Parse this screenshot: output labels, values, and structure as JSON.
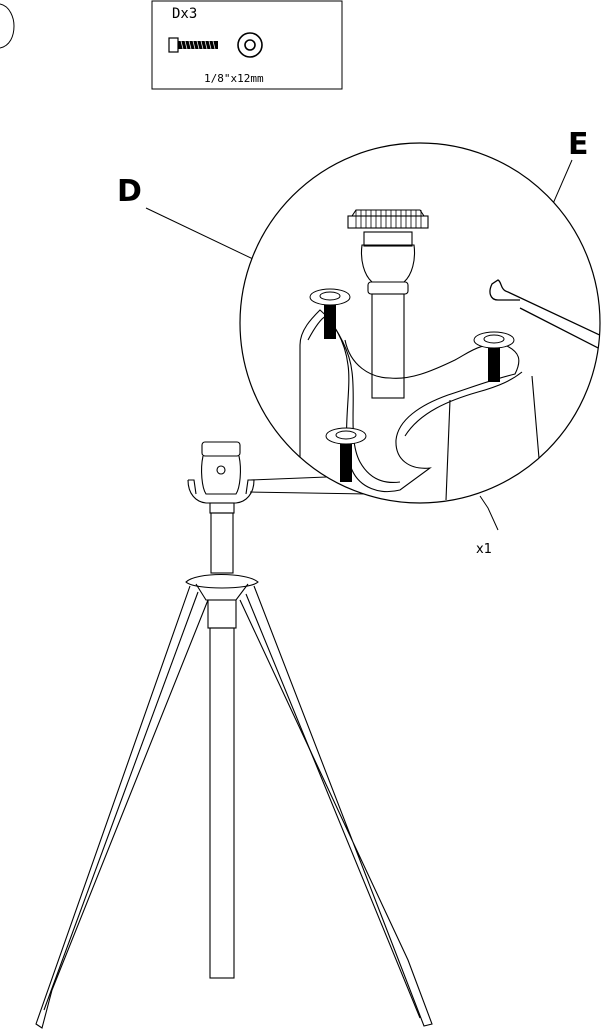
{
  "parts_box": {
    "part_label": "Dx3",
    "size_label": "1/8\"x12mm"
  },
  "callouts": {
    "screw_label": "D",
    "wrench_label": "E"
  },
  "quantity_label": "x1",
  "colors": {
    "line": "#000000",
    "background": "#ffffff"
  }
}
